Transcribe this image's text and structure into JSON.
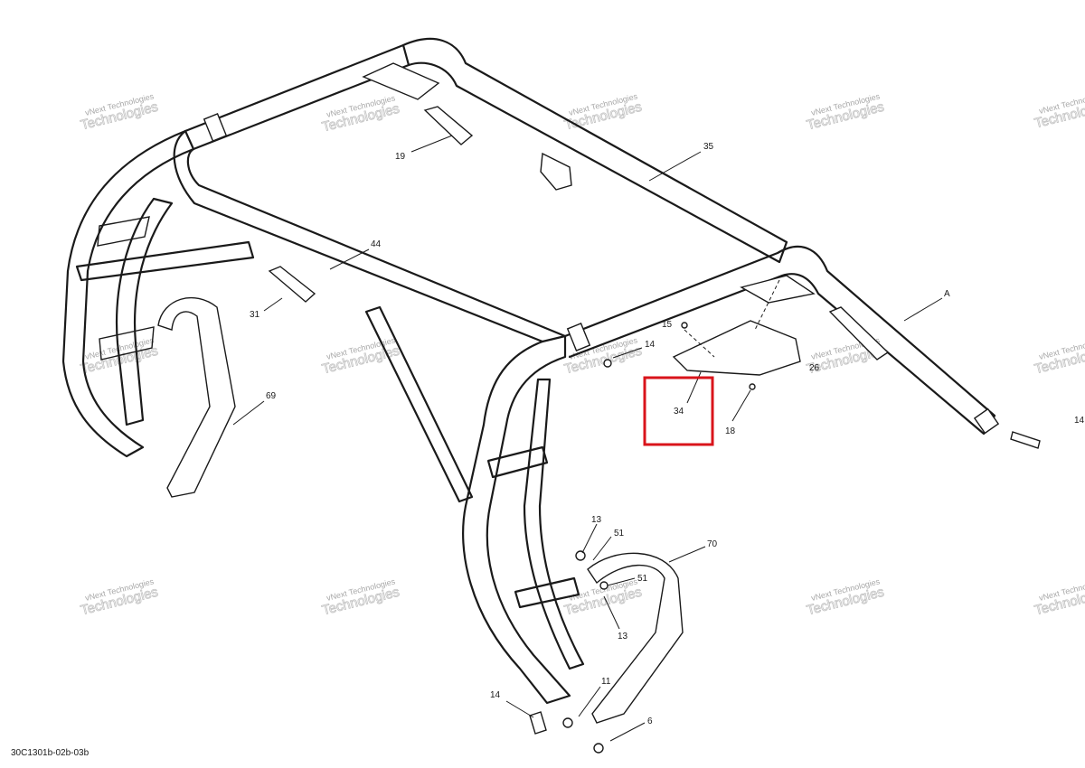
{
  "document_code": "30C1301b-02b-03b",
  "watermark": {
    "line1": "vNext Technologies",
    "line2": "Technologies"
  },
  "callouts": [
    {
      "id": "c19",
      "label": "19"
    },
    {
      "id": "c35",
      "label": "35"
    },
    {
      "id": "c44",
      "label": "44"
    },
    {
      "id": "c31",
      "label": "31"
    },
    {
      "id": "c69",
      "label": "69"
    },
    {
      "id": "cA",
      "label": "A"
    },
    {
      "id": "c15",
      "label": "15"
    },
    {
      "id": "c14a",
      "label": "14"
    },
    {
      "id": "c26",
      "label": "26"
    },
    {
      "id": "c34",
      "label": "34"
    },
    {
      "id": "c18",
      "label": "18"
    },
    {
      "id": "c14b",
      "label": "14"
    },
    {
      "id": "c13a",
      "label": "13"
    },
    {
      "id": "c51a",
      "label": "51"
    },
    {
      "id": "c70",
      "label": "70"
    },
    {
      "id": "c51b",
      "label": "51"
    },
    {
      "id": "c13b",
      "label": "13"
    },
    {
      "id": "c14c",
      "label": "14"
    },
    {
      "id": "c11",
      "label": "11"
    },
    {
      "id": "c6",
      "label": "6"
    }
  ],
  "highlight": {
    "target": "34",
    "color": "#d9141b"
  }
}
